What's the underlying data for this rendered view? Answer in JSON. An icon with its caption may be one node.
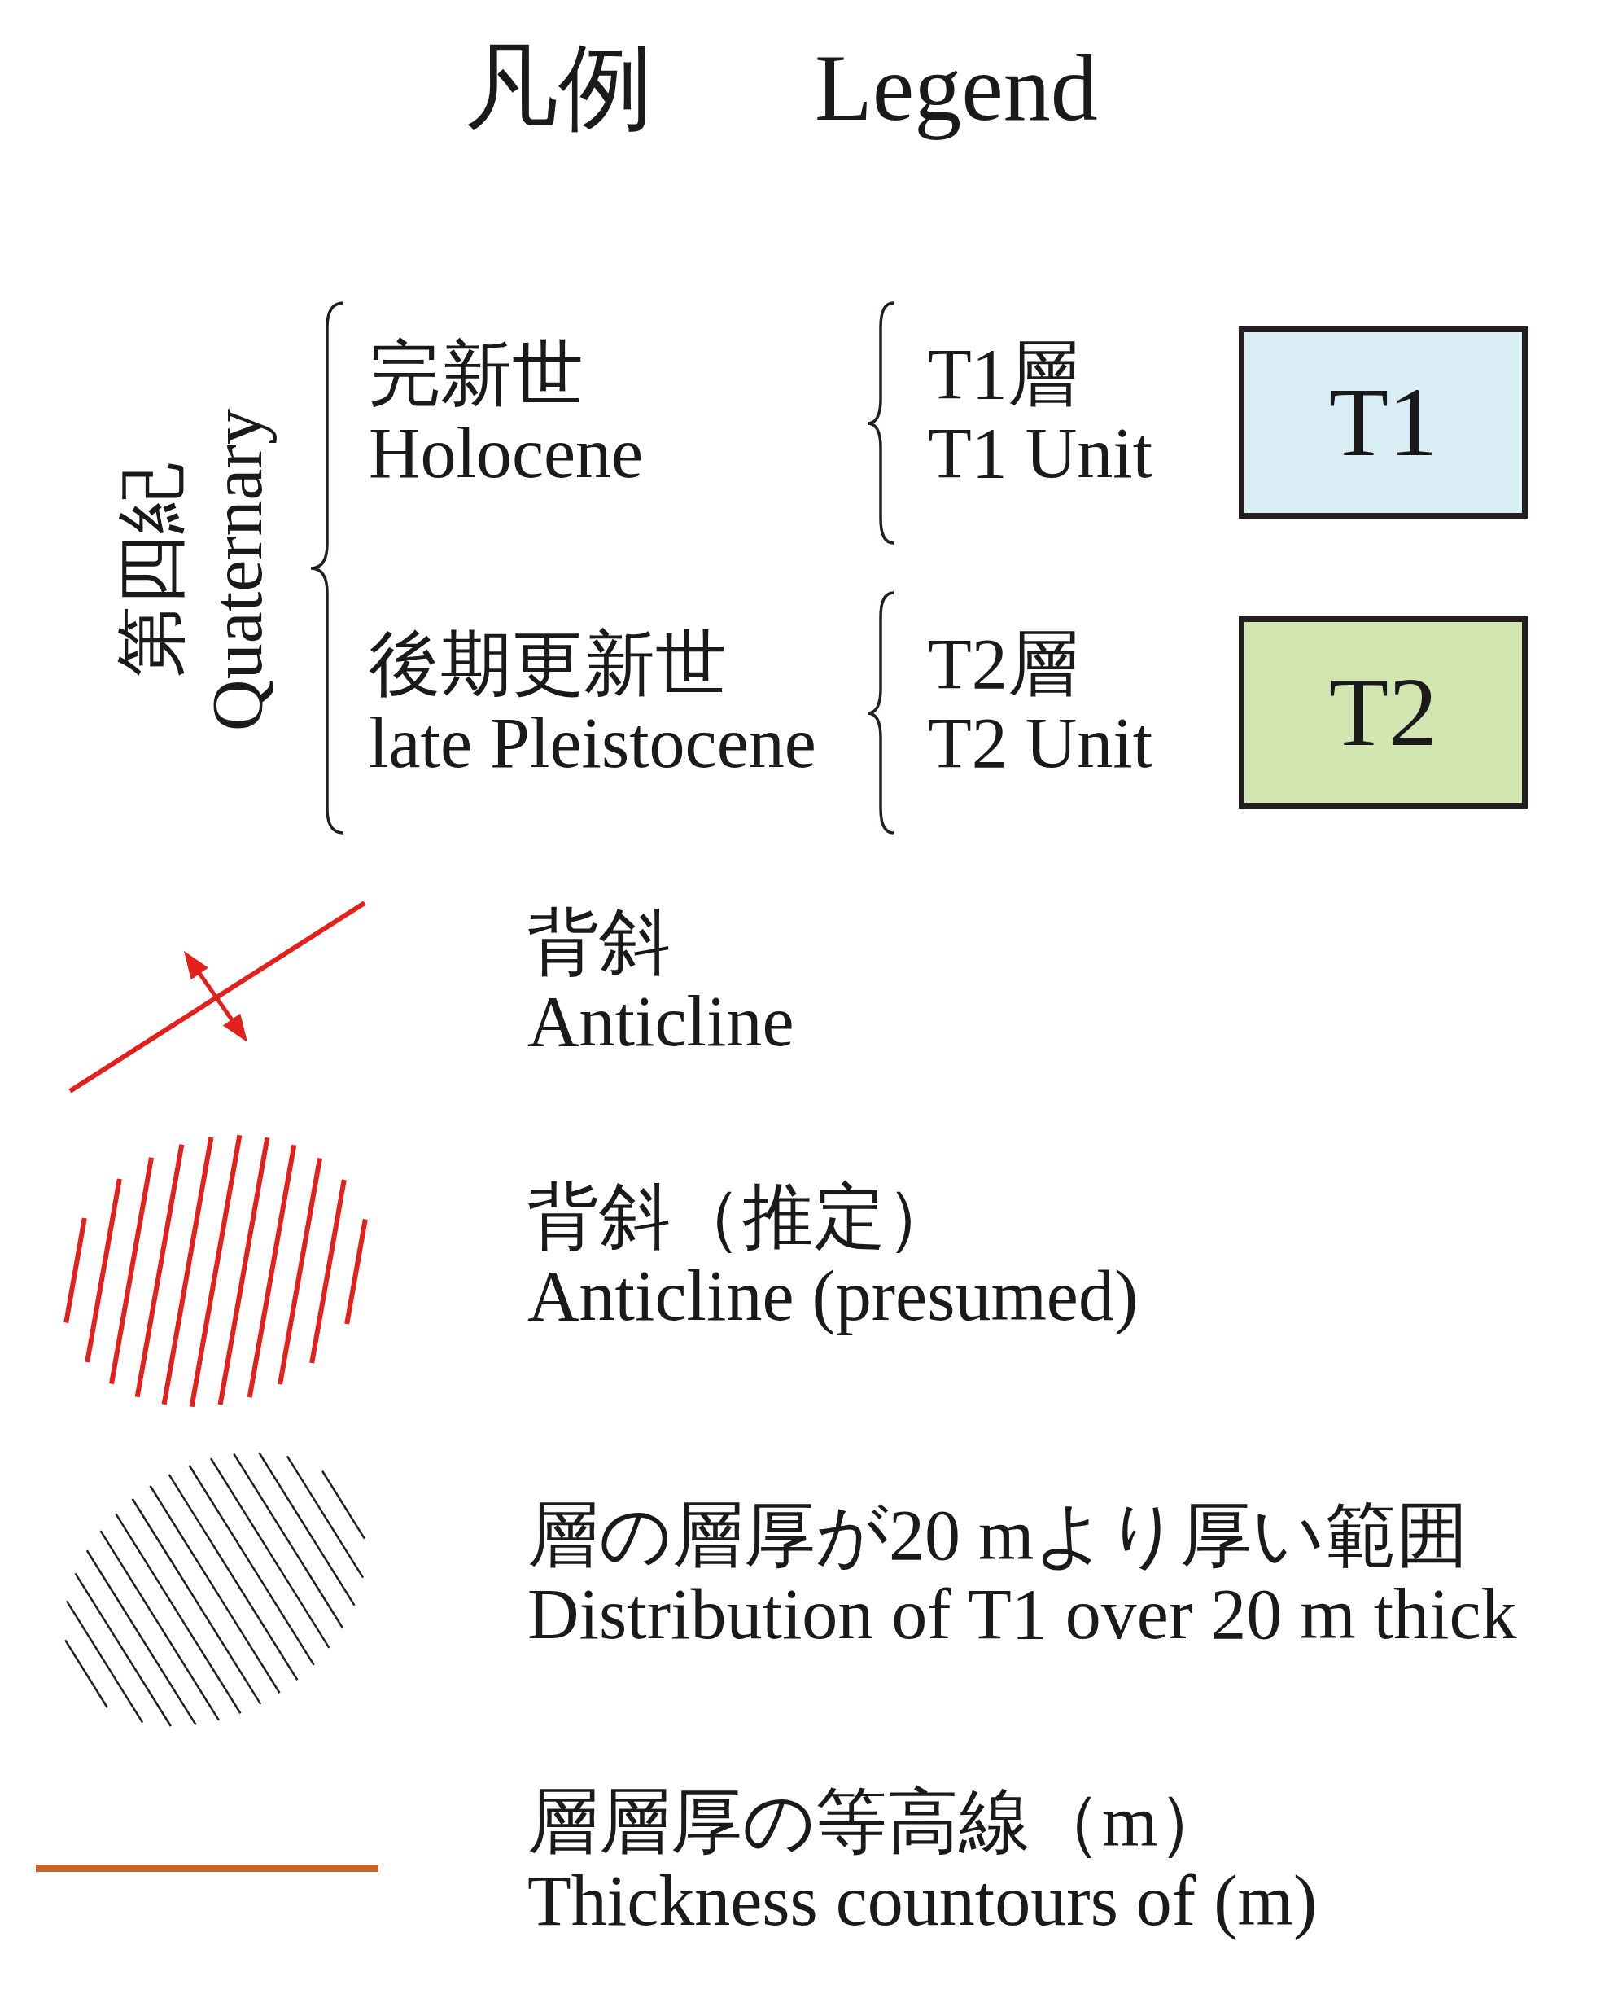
{
  "diagram": {
    "title": "凡例 Legend",
    "labels": [
      "第四紀",
      "Quaternary",
      "完新世",
      "Holocene",
      "T1",
      "後期更新世",
      "late Pleistocene",
      "T2"
    ],
    "legend": [
      {
        "text": "T1層 T1 Unit",
        "color": "#d9edf5"
      },
      {
        "text": "T2層 T2 Unit",
        "color": "#d2e6b1"
      },
      {
        "text": "背斜 Anticline"
      },
      {
        "text": "背斜（推定） Anticline (presumed)"
      },
      {
        "text": "層の層厚が20 mより厚い範囲 Distribution of T1 over 20 m thick"
      },
      {
        "text": "層層厚の等高線（m） Thickness countours of (m)"
      }
    ]
  }
}
